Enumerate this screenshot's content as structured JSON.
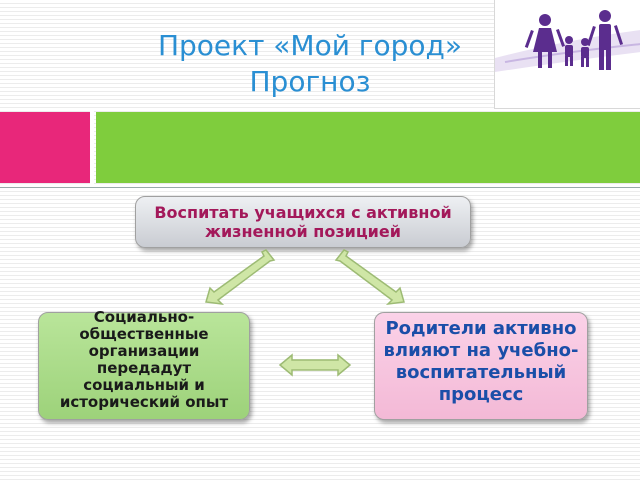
{
  "header": {
    "title_line1": "Проект «Мой город»",
    "title_line2": "Прогноз"
  },
  "logo": {
    "icon": "family-icon",
    "color": "#5b2d8e"
  },
  "banner": {
    "pink": "#e8277a",
    "green": "#7fcd3d"
  },
  "boxes": {
    "top": "Воспитать учащихся с активной жизненной позицией",
    "left": "Социально-общественные организации передадут социальный и исторический опыт",
    "right": "Родители активно влияют на учебно-воспитательный процесс"
  }
}
